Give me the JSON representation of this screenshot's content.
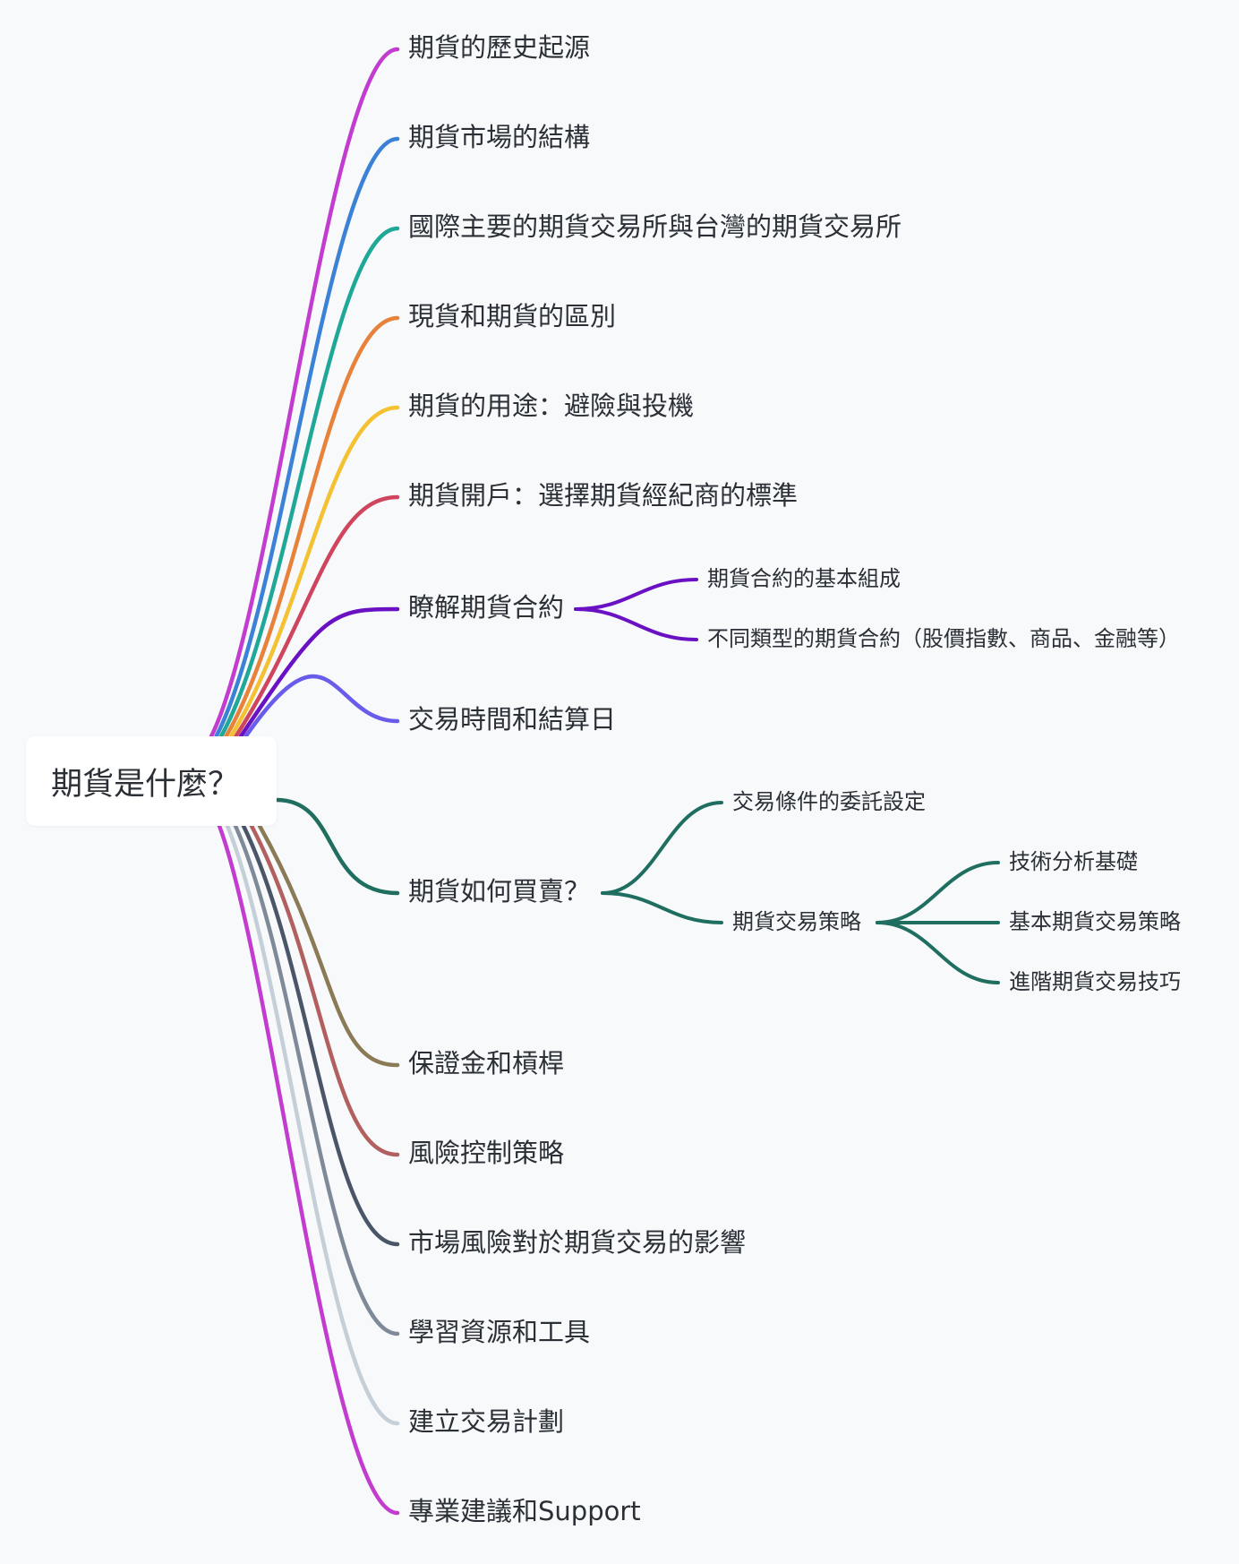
{
  "root": {
    "label": "期貨是什麼？"
  },
  "branches": [
    {
      "label": "期貨的歷史起源",
      "color": "#c23ccf"
    },
    {
      "label": "期貨市場的結構",
      "color": "#3b82d6"
    },
    {
      "label": "國際主要的期貨交易所與台灣的期貨交易所",
      "color": "#1fa897"
    },
    {
      "label": "現貨和期貨的區別",
      "color": "#e8823a"
    },
    {
      "label": "期貨的用途：避險與投機",
      "color": "#f4c130"
    },
    {
      "label": "期貨開戶：選擇期貨經紀商的標準",
      "color": "#d0455e"
    },
    {
      "label": "瞭解期貨合約",
      "color": "#6a11c3",
      "children": [
        {
          "label": "期貨合約的基本組成"
        },
        {
          "label": "不同類型的期貨合約（股價指數、商品、金融等）"
        }
      ]
    },
    {
      "label": "交易時間和結算日",
      "color": "#6a5cea"
    },
    {
      "label": "期貨如何買賣？",
      "color": "#1f6e60",
      "children": [
        {
          "label": "交易條件的委託設定"
        },
        {
          "label": "期貨交易策略",
          "children": [
            {
              "label": "技術分析基礎"
            },
            {
              "label": "基本期貨交易策略"
            },
            {
              "label": "進階期貨交易技巧"
            }
          ]
        }
      ]
    },
    {
      "label": "保證金和槓桿",
      "color": "#8b7a56"
    },
    {
      "label": "風險控制策略",
      "color": "#b15f5f"
    },
    {
      "label": "市場風險對於期貨交易的影響",
      "color": "#4a5567"
    },
    {
      "label": "學習資源和工具",
      "color": "#7f8a99"
    },
    {
      "label": "建立交易計劃",
      "color": "#c5cfd8"
    },
    {
      "label": "專業建議和Support",
      "color": "#c23ccf"
    }
  ]
}
